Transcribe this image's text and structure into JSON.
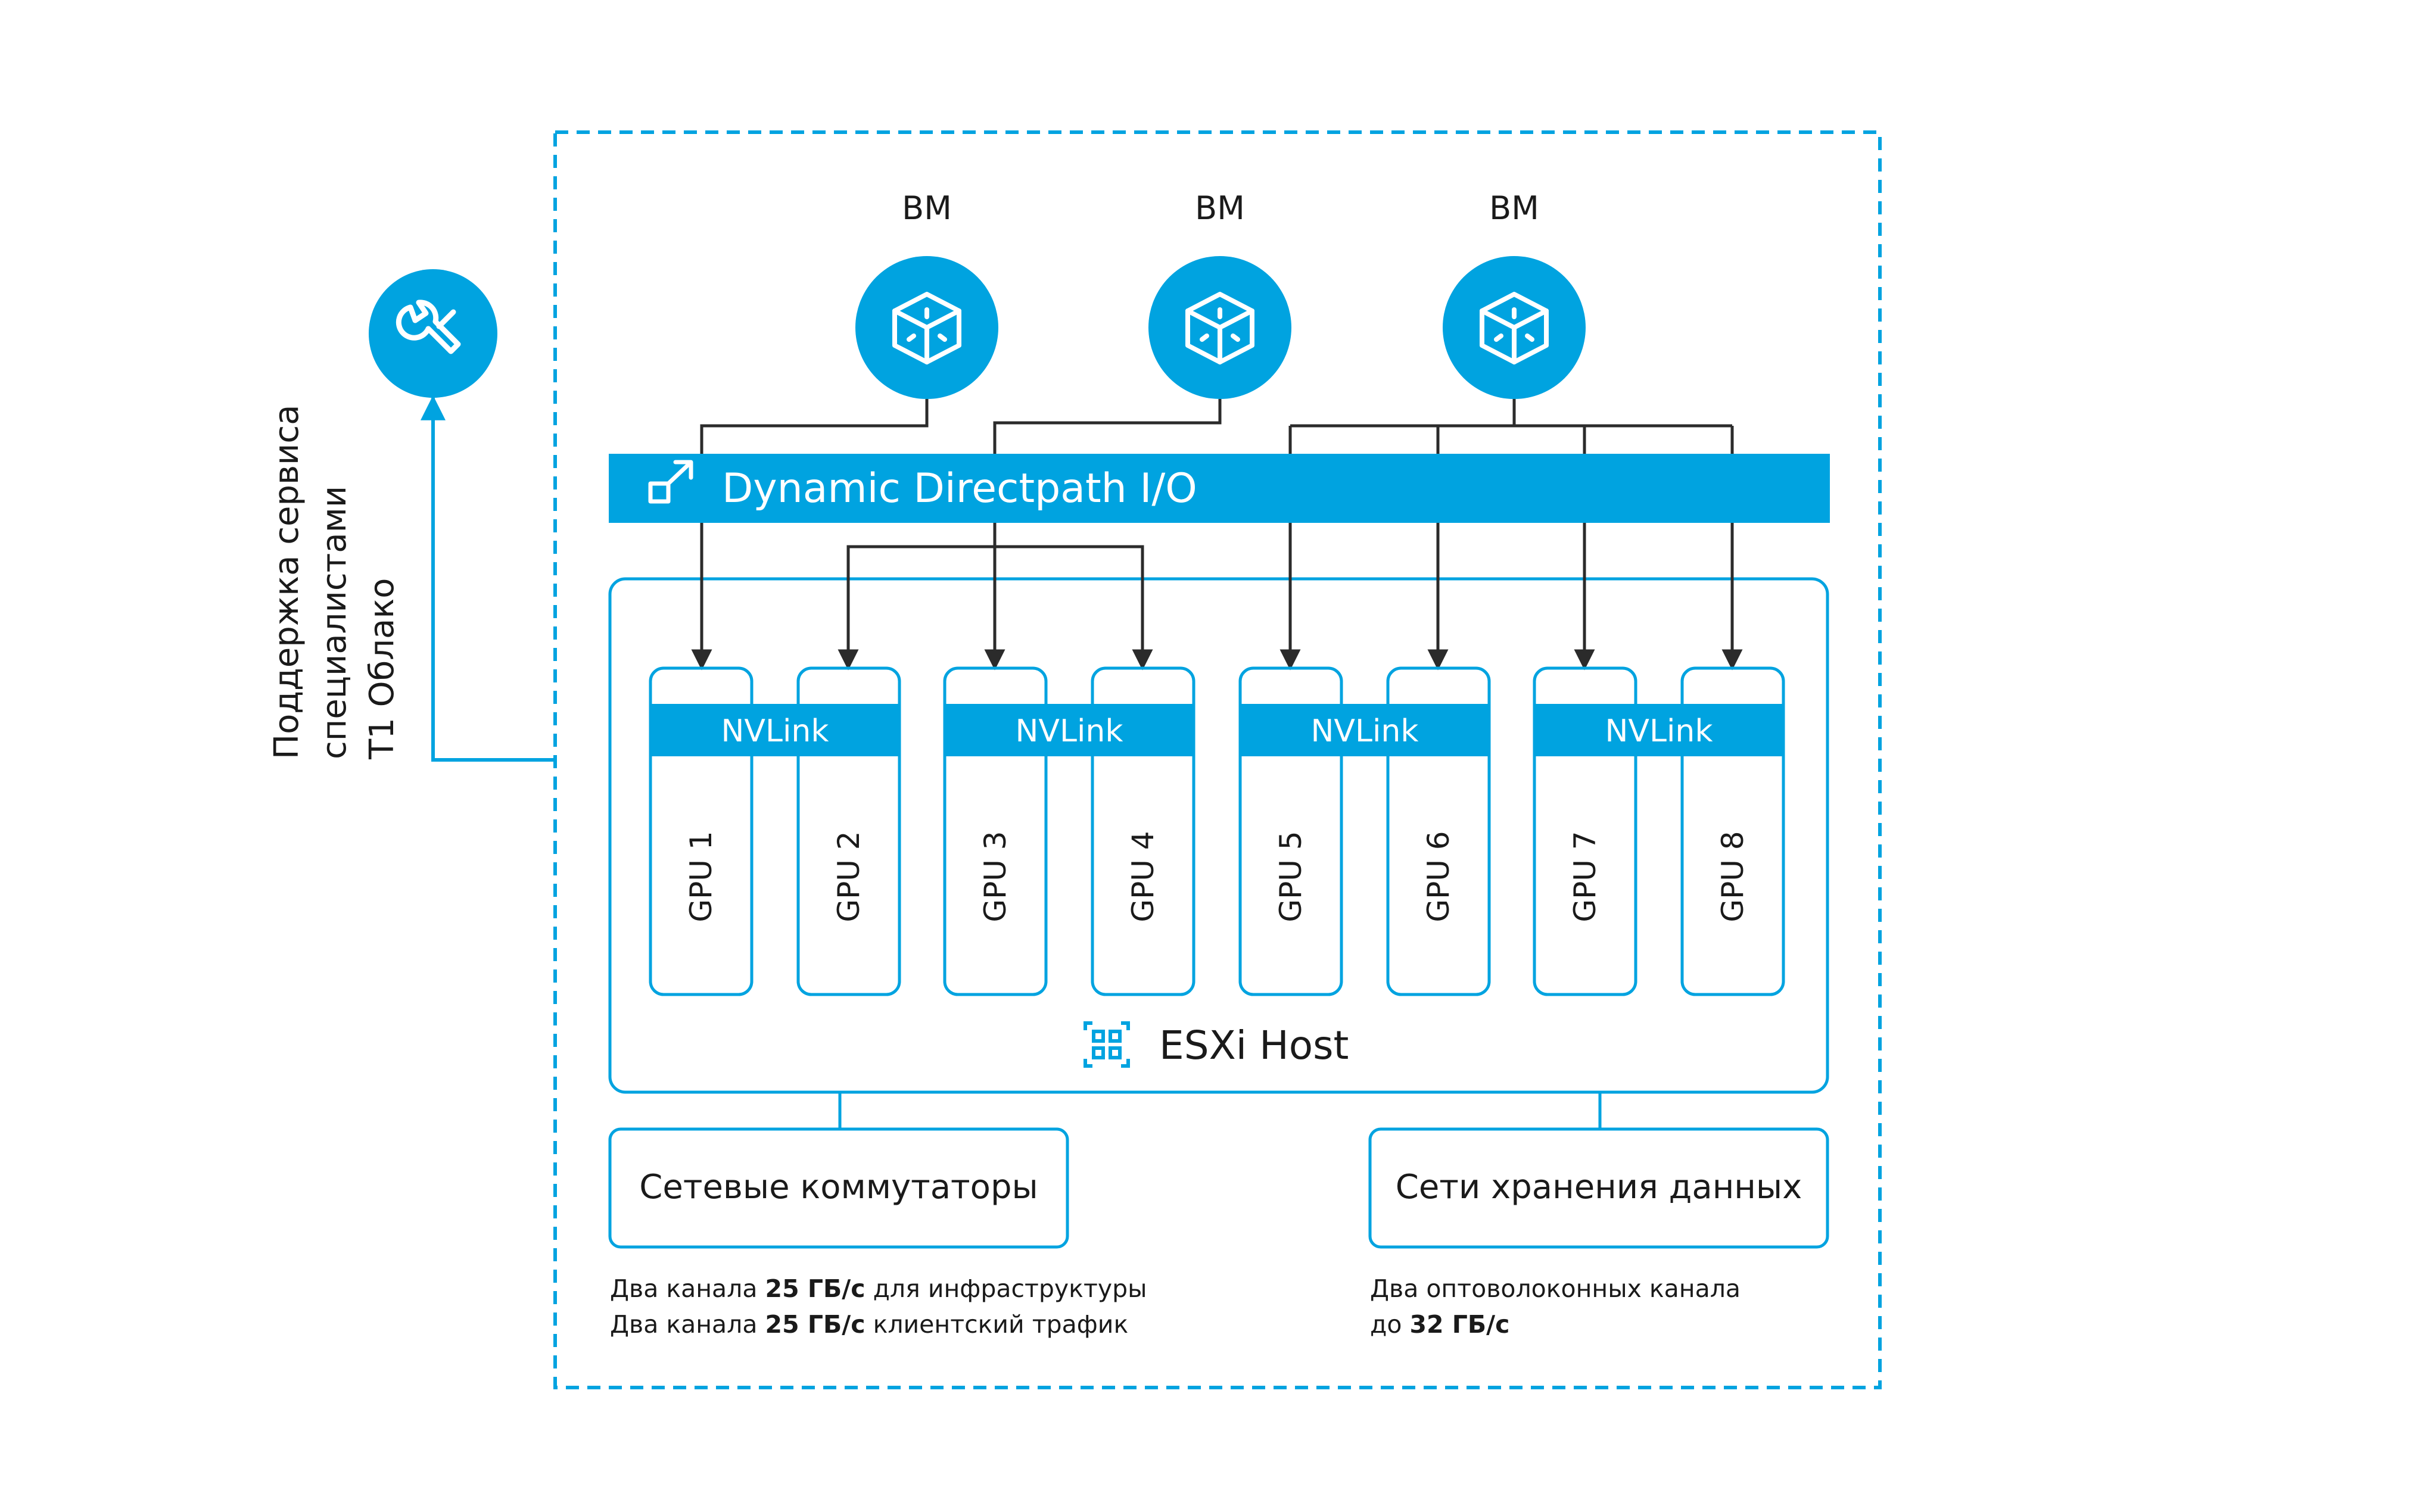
{
  "colors": {
    "accent": "#00A3E0",
    "line": "#2b2b2b",
    "text": "#1a1a1a",
    "background": "#ffffff"
  },
  "side_label": {
    "lines": [
      "Поддержка сервиса",
      "специалистами",
      "Т1 Облако"
    ],
    "icon": "wrench-icon"
  },
  "vms": [
    {
      "label": "ВМ",
      "icon": "cube-icon"
    },
    {
      "label": "ВМ",
      "icon": "cube-icon"
    },
    {
      "label": "ВМ",
      "icon": "cube-icon"
    }
  ],
  "directpath": {
    "label": "Dynamic Directpath I/O",
    "icon": "expand-arrow-icon"
  },
  "nvlinks": [
    {
      "label": "NVLink"
    },
    {
      "label": "NVLink"
    },
    {
      "label": "NVLink"
    },
    {
      "label": "NVLink"
    }
  ],
  "gpus": [
    "GPU 1",
    "GPU 2",
    "GPU 3",
    "GPU 4",
    "GPU 5",
    "GPU 6",
    "GPU 7",
    "GPU 8"
  ],
  "esxi": {
    "label": "ESXi Host",
    "icon": "qr-grid-icon"
  },
  "network": {
    "label": "Сетевые коммутаторы",
    "note1_pre": "Два канала ",
    "note1_bold": "25 ГБ/с",
    "note1_post": " для инфраструктуры",
    "note2_pre": "Два канала ",
    "note2_bold": "25 ГБ/с",
    "note2_post": " клиентский трафик"
  },
  "storage": {
    "label": "Сети хранения данных",
    "note1": "Два оптоволоконных канала",
    "note2_pre": "до ",
    "note2_bold": "32 ГБ/с"
  }
}
